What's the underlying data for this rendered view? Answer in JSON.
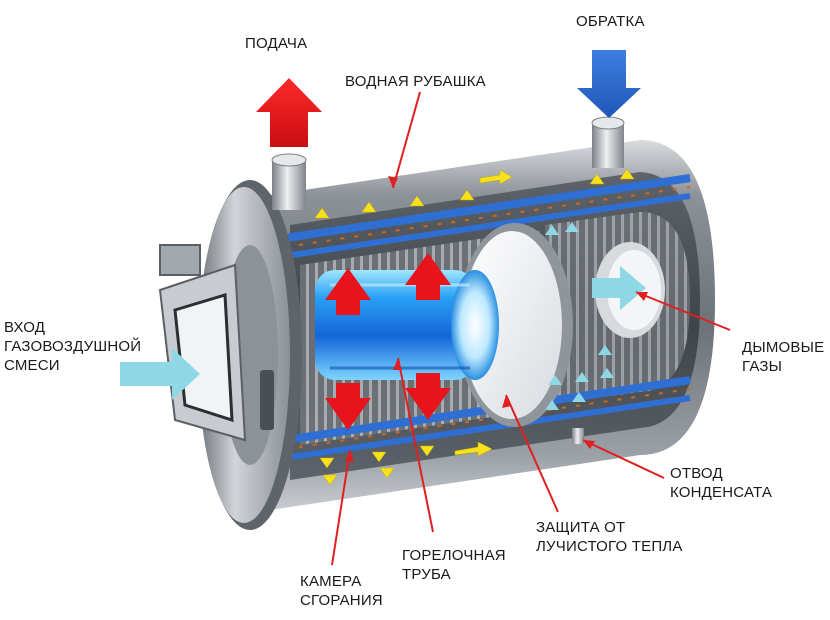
{
  "labels": {
    "supply": "ПОДАЧА",
    "return": "ОБРАТКА",
    "water_jacket": "ВОДНАЯ РУБАШКА",
    "inlet": [
      "ВХОД",
      "ГАЗОВОЗДУШНОЙ",
      "СМЕСИ"
    ],
    "flue": [
      "ДЫМОВЫЕ",
      "ГАЗЫ"
    ],
    "condensate": [
      "ОТВОД",
      "КОНДЕНСАТА"
    ],
    "shield": [
      "ЗАЩИТА ОТ",
      "ЛУЧИСТОГО ТЕПЛА"
    ],
    "burner_tube": [
      "ГОРЕЛОЧНАЯ",
      "ТРУБА"
    ],
    "chamber": [
      "КАМЕРА",
      "СГОРАНИЯ"
    ]
  },
  "colors": {
    "hot_arrow": "#e8141c",
    "cold_arrow": "#2f6fd4",
    "flow_arrow": "#f6e21a",
    "pointer_line": "#e02020",
    "gas_arrow": "#8ed8e6",
    "water_channel": "#2f6fd4",
    "burner_glow": "#2aa0f5",
    "steel": "#a9adb3"
  }
}
